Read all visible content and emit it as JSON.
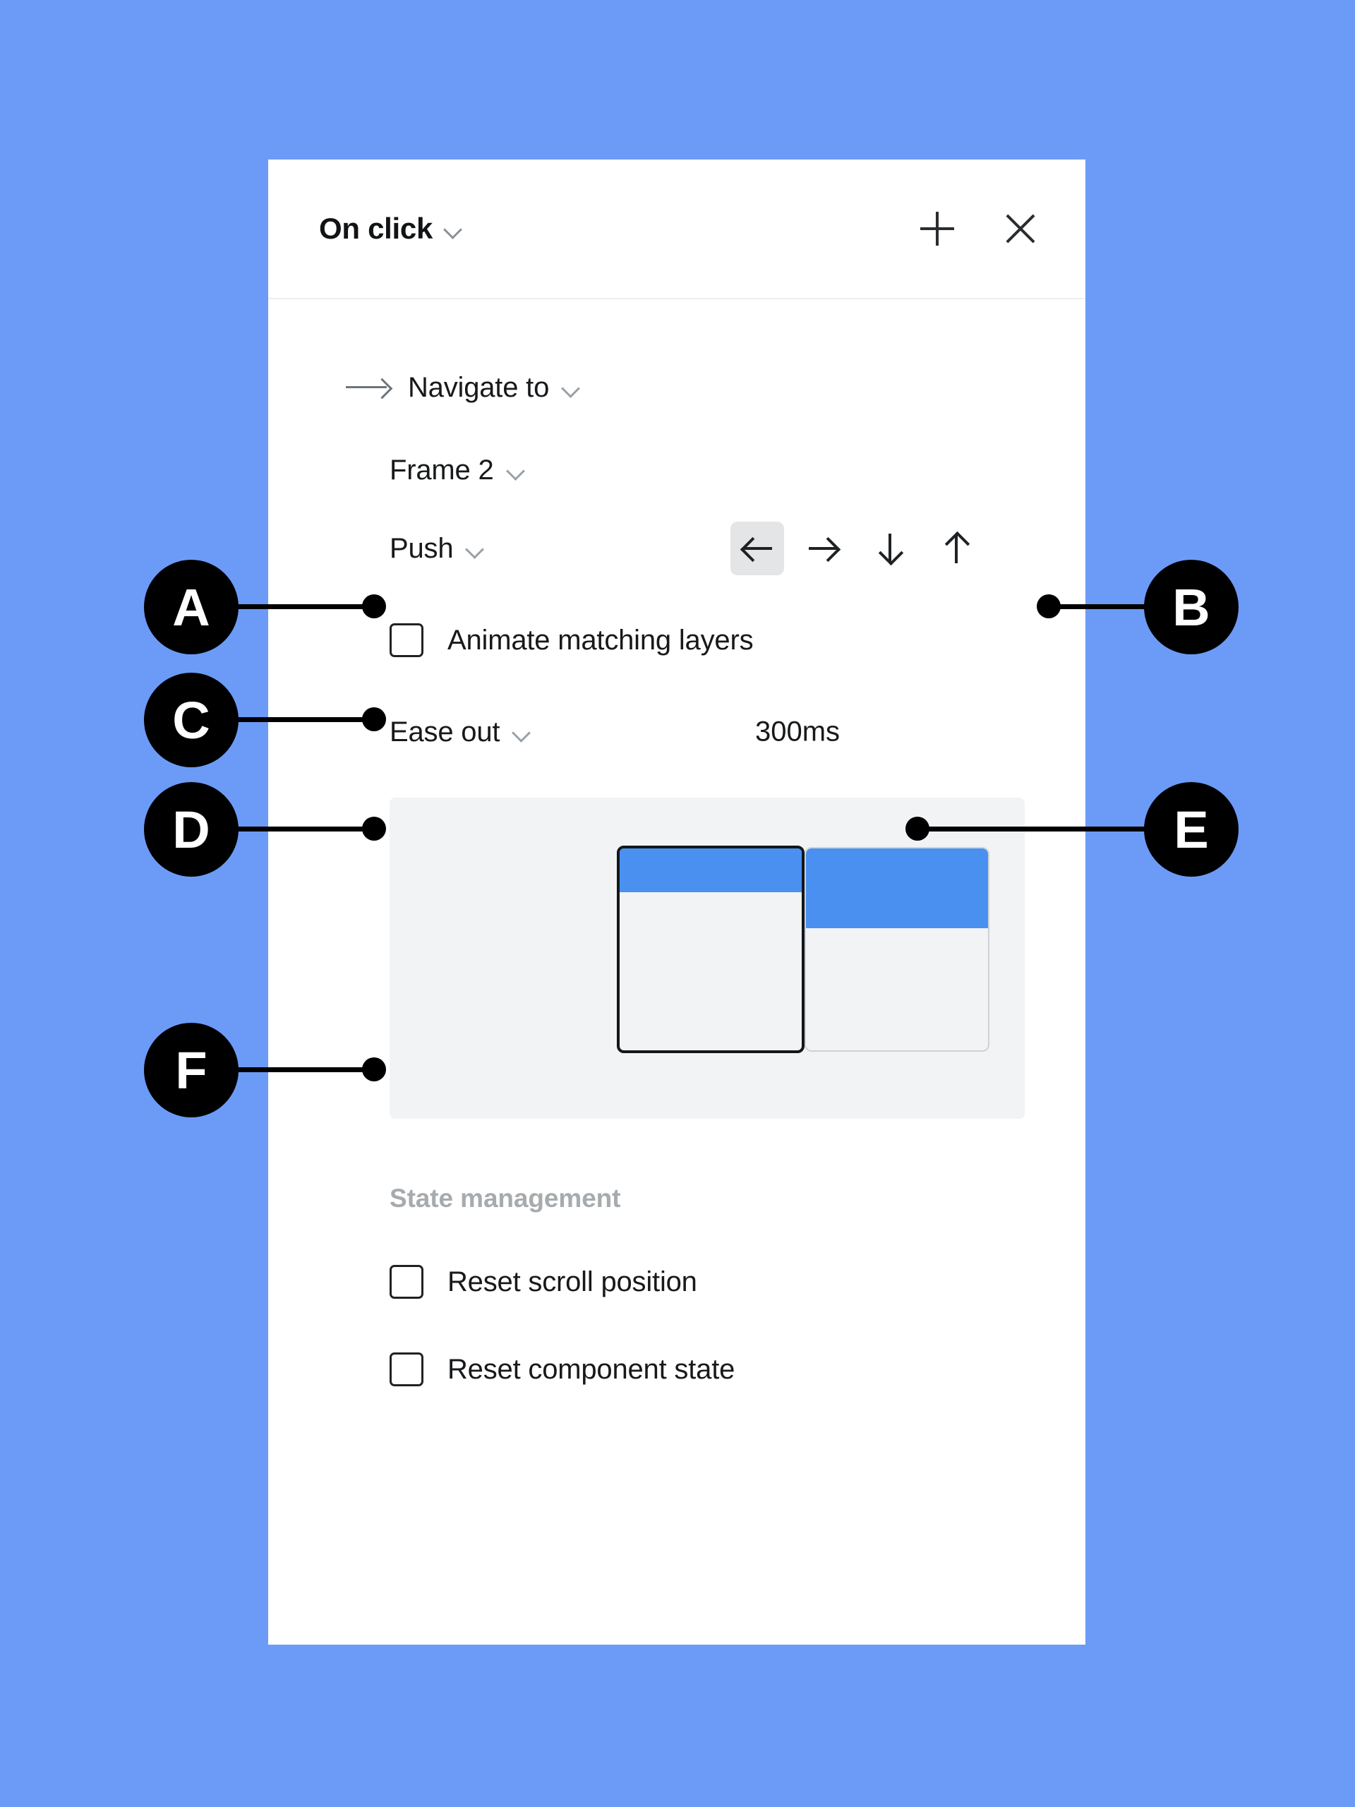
{
  "background_color": "#6C9BF7",
  "panel": {
    "header": {
      "title": "On click",
      "title_chevron": "chevron-down-icon",
      "add_label": "+",
      "close_label": "×"
    },
    "action": {
      "arrow_icon": "arrow-right-icon",
      "label": "Navigate to",
      "chevron": "chevron-down-icon"
    },
    "destination": {
      "label": "Frame 2",
      "chevron": "chevron-down-icon"
    },
    "transition": {
      "type_label": "Push",
      "chevron": "chevron-down-icon",
      "directions": [
        {
          "name": "arrow-left-icon",
          "selected": true
        },
        {
          "name": "arrow-right-icon",
          "selected": false
        },
        {
          "name": "arrow-down-icon",
          "selected": false
        },
        {
          "name": "arrow-up-icon",
          "selected": false
        }
      ]
    },
    "animate_matching": {
      "label": "Animate matching layers",
      "checked": false
    },
    "easing": {
      "label": "Ease out",
      "chevron": "chevron-down-icon",
      "duration": "300ms"
    },
    "state_management": {
      "title": "State management",
      "options": [
        {
          "label": "Reset scroll position",
          "checked": false
        },
        {
          "label": "Reset component state",
          "checked": false
        }
      ]
    },
    "preview": {
      "accent_color": "#4A90F0",
      "surface_color": "#F2F3F4",
      "frame_a_label": "",
      "frame_b_label": ""
    }
  },
  "annotations": [
    {
      "id": "A",
      "target": "transition-type-dropdown"
    },
    {
      "id": "B",
      "target": "direction-arrow-up"
    },
    {
      "id": "C",
      "target": "animate-matching-layers-checkbox"
    },
    {
      "id": "D",
      "target": "easing-dropdown"
    },
    {
      "id": "E",
      "target": "duration-value"
    },
    {
      "id": "F",
      "target": "transition-preview"
    }
  ]
}
